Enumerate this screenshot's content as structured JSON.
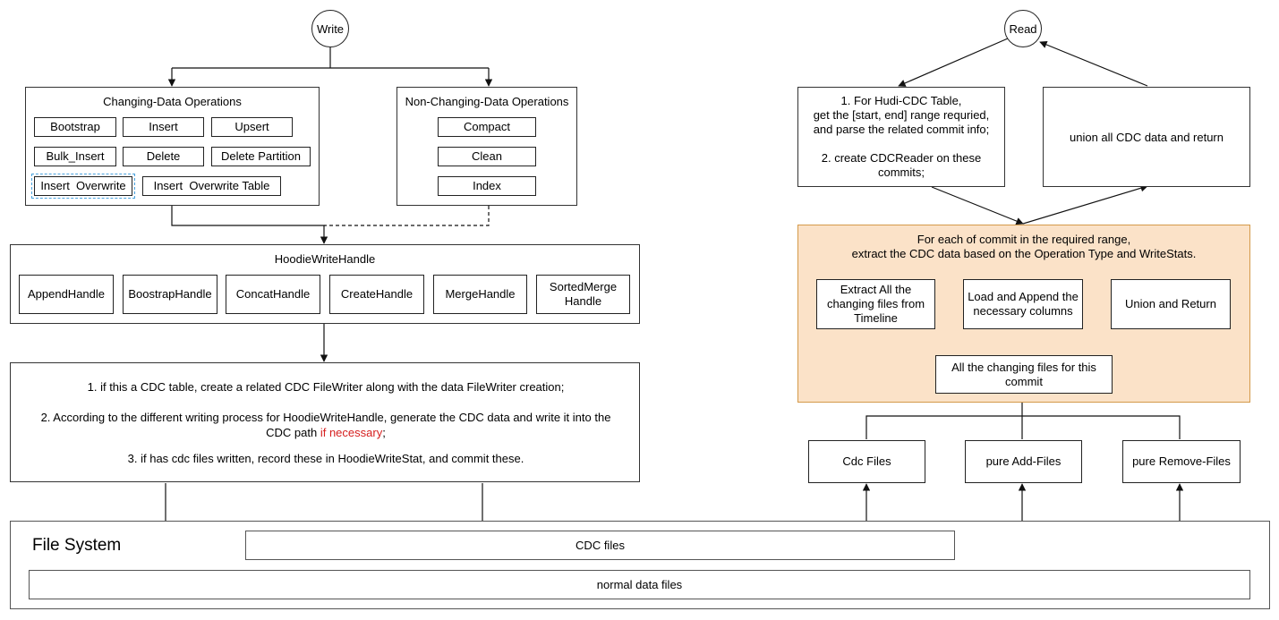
{
  "write": {
    "node": "Write",
    "changing": {
      "title": "Changing-Data Operations",
      "ops": [
        "Bootstrap",
        "Insert",
        "Upsert",
        "Bulk_Insert",
        "Delete",
        "Delete Partition",
        "Insert  Overwrite",
        "Insert  Overwrite Table"
      ]
    },
    "non_changing": {
      "title": "Non-Changing-Data Operations",
      "ops": [
        "Compact",
        "Clean",
        "Index"
      ]
    },
    "handle": {
      "title": "HoodieWriteHandle",
      "items": [
        "AppendHandle",
        "BoostrapHandle",
        "ConcatHandle",
        "CreateHandle",
        "MergeHandle",
        "SortedMerge\nHandle"
      ]
    },
    "notes": {
      "line1": "1. if this a CDC table, create a related CDC FileWriter along with the data FileWriter creation;",
      "line2a": "2. According to the different writing process for HoodieWriteHandle, generate the CDC data and write it into the CDC path ",
      "line2b": "if necessary",
      "line2c": ";",
      "line3": "3. if has cdc files written, record these in HoodieWriteStat, and commit these."
    }
  },
  "read": {
    "node": "Read",
    "plan": "1. For Hudi-CDC Table,\nget the [start, end] range requried,\nand parse the related commit info;\n\n2. create CDCReader on these\ncommits;",
    "union_all": "union all CDC data and return",
    "commit_box": {
      "title": "For each of commit in the required range,\nextract the CDC data based on the Operation Type and WriteStats.",
      "extract": "Extract All the\nchanging files from\nTimeline",
      "load": "Load and Append the\nnecessary columns",
      "union": "Union and Return",
      "all_files": "All the changing files for this\ncommit"
    },
    "sources": [
      "Cdc Files",
      "pure Add-Files",
      "pure Remove-Files"
    ]
  },
  "fs": {
    "title": "File System",
    "cdc_files": "CDC files",
    "normal_files": "normal data files"
  },
  "colors": {
    "orange_fill": "#fbe2c8",
    "orange_border": "#d49a4a",
    "highlight_red": "#d62020",
    "selection": "#4aa3df"
  }
}
